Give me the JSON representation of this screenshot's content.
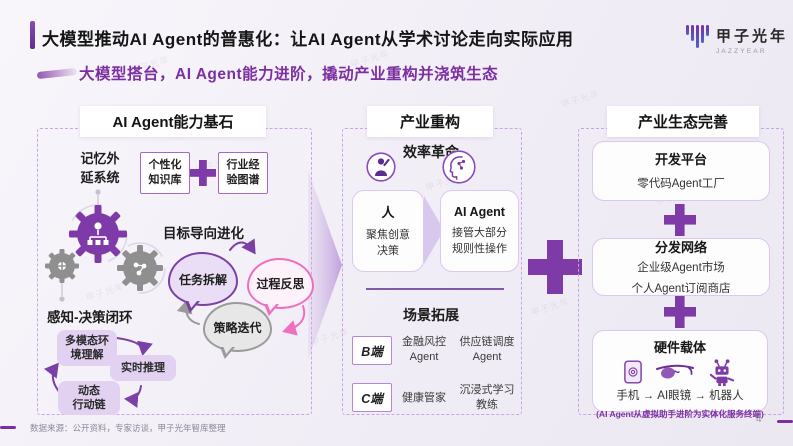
{
  "page": {
    "title": "大模型推动AI Agent的普惠化：让AI Agent从学术讨论走向实际应用",
    "subtitle": "大模型搭台，AI Agent能力进阶，撬动产业重构并浇筑生态",
    "source_note": "数据来源：公开资料，专家访谈，甲子光年智库整理",
    "page_number": "4",
    "watermark": "甲子光年"
  },
  "logo": {
    "name": "甲子光年",
    "tagline": "JAZZYEAR"
  },
  "colors": {
    "accent_purple": "#7B2FA0",
    "deep_purple": "#7E3BA8",
    "pink": "#EE6FC0",
    "gray": "#9B9B9B",
    "dashed_border": "#C9A4E4"
  },
  "icons": {
    "logo": "soundwave-bars-icon",
    "capability": [
      "plus-icon",
      "gear-icon"
    ],
    "efficiency": [
      "person-icon",
      "ai-head-icon"
    ],
    "hardware": [
      "phone-icon",
      "smart-glasses-icon",
      "robot-icon"
    ]
  },
  "columns": {
    "capability": {
      "header": "AI Agent能力基石",
      "memory": {
        "label": "记忆外\n延系统",
        "box1": "个性化\n知识库",
        "box2": "行业经\n验图谱"
      },
      "goal": {
        "label": "目标导向进化",
        "bubbles": [
          "任务拆解",
          "过程反思",
          "策略迭代"
        ]
      },
      "loop": {
        "label": "感知-决策闭环",
        "steps": [
          "多模态环\n境理解",
          "实时推理",
          "动态\n行动链"
        ]
      }
    },
    "industry": {
      "header": "产业重构",
      "efficiency": {
        "label": "效率革命",
        "human": {
          "title": "人",
          "desc": "聚焦创意\n决策"
        },
        "agent": {
          "title": "AI Agent",
          "desc": "接管大部分\n规则性操作"
        }
      },
      "scenario": {
        "label": "场景拓展",
        "b_tag": "B端",
        "b_items": [
          "金融风控\nAgent",
          "供应链调度\nAgent"
        ],
        "c_tag": "C端",
        "c_items": [
          "健康管家",
          "沉浸式学习\n教练"
        ]
      }
    },
    "ecosystem": {
      "header": "产业生态完善",
      "blocks": [
        {
          "title": "开发平台",
          "line1": "零代码Agent工厂"
        },
        {
          "title": "分发网络",
          "line1": "企业级Agent市场",
          "line2": "个人Agent订阅商店"
        },
        {
          "title": "硬件载体",
          "line1": "手机 → AI眼镜 → 机器人",
          "line2": "(AI Agent从虚拟助手进阶为实体化服务终端)"
        }
      ]
    }
  }
}
